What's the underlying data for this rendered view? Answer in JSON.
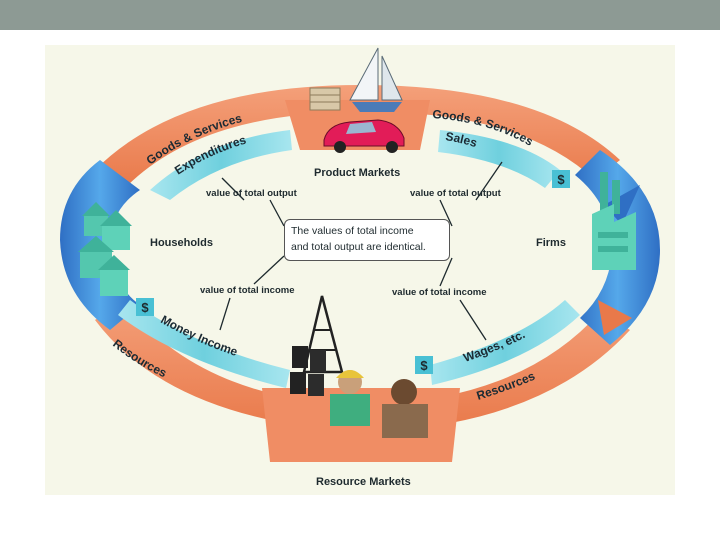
{
  "diagram": {
    "nodes": {
      "product_markets": "Product Markets",
      "resource_markets": "Resource Markets",
      "households": "Households",
      "firms": "Firms"
    },
    "flows": {
      "goods_services_left": "Goods & Services",
      "expenditures": "Expenditures",
      "goods_services_right": "Goods & Services",
      "sales": "Sales",
      "money_income": "Money Income",
      "resources_left": "Resources",
      "wages_etc": "Wages, etc.",
      "resources_right": "Resources"
    },
    "callouts": {
      "value_total_output_left": "value of total output",
      "value_total_output_right": "value of total output",
      "value_total_income_left": "value of total income",
      "value_total_income_right": "value of total income"
    },
    "center_note": {
      "line1": "The values of total income",
      "line2": "and total output are identical."
    },
    "dollar_sign": "$",
    "colors": {
      "outer_orange": "#ef8a5e",
      "outer_blue": "#3e8fdc",
      "inner_teal": "#6fd0de",
      "panel": "#f6f7e9",
      "topbar": "#8d9a94"
    },
    "icons": [
      "sailboat-icon",
      "coins-icon",
      "car-icon",
      "houses-icon",
      "factory-icon",
      "oil-derrick-icon",
      "barrels-icon",
      "worker-icon"
    ]
  }
}
